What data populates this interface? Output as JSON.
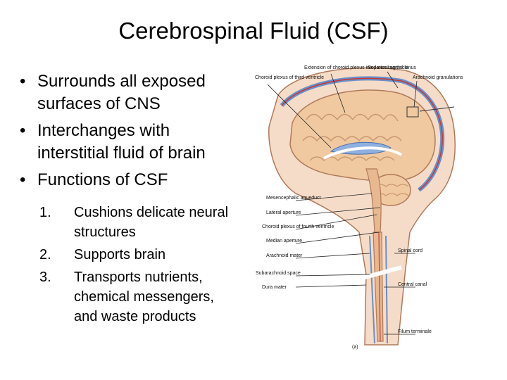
{
  "slide": {
    "title": "Cerebrospinal Fluid (CSF)",
    "bullets": [
      "Surrounds all exposed surfaces of CNS",
      "Interchanges with interstitial fluid of brain",
      "Functions of CSF"
    ],
    "functions": [
      {
        "num": "1.",
        "text": "Cushions delicate neural structures"
      },
      {
        "num": "2.",
        "text": "Supports brain"
      },
      {
        "num": "3.",
        "text": "Transports nutrients, chemical messengers, and waste products"
      }
    ]
  },
  "figure": {
    "labels": {
      "choroid_third": "Choroid plexus of third ventricle",
      "choroid_lateral": "Extension of choroid plexus into lateral ventricle",
      "sup_sinus": "Superior sagittal sinus",
      "arachnoid_gran": "Arachnoid granulations",
      "mesencephalic": "Mesencephalic aqueduct",
      "lateral_aperture": "Lateral aperture",
      "choroid_fourth": "Choroid plexus of fourth ventricle",
      "median_aperture": "Median aperture",
      "arachnoid_mater": "Arachnoid mater",
      "spinal_cord": "Spinal cord",
      "subarachnoid": "Subarachnoid space",
      "dura_mater": "Dura mater",
      "central_canal": "Central canal",
      "filum": "Filum terminale",
      "panel": "(a)"
    }
  }
}
